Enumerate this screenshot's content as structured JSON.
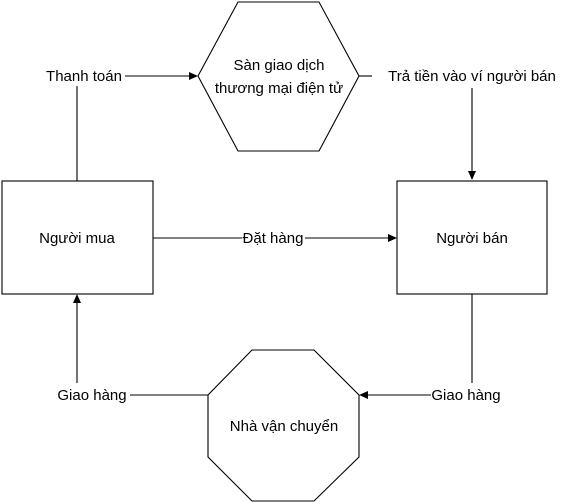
{
  "nodes": {
    "buyer": {
      "label": "Người mua"
    },
    "seller": {
      "label": "Người bán"
    },
    "marketplace": {
      "label_line1": "Sàn giao dịch",
      "label_line2": "thương mại điện tử"
    },
    "carrier": {
      "label": "Nhà vận chuyển"
    }
  },
  "edges": {
    "payment": {
      "label": "Thanh toán"
    },
    "pay_to_seller": {
      "label": "Trả tiền vào ví người bán"
    },
    "order": {
      "label": "Đặt hàng"
    },
    "seller_ships": {
      "label": "Giao hàng"
    },
    "carrier_delivers": {
      "label": "Giao hàng"
    }
  },
  "colors": {
    "stroke": "#000000",
    "fill": "#ffffff",
    "text": "#000000"
  }
}
